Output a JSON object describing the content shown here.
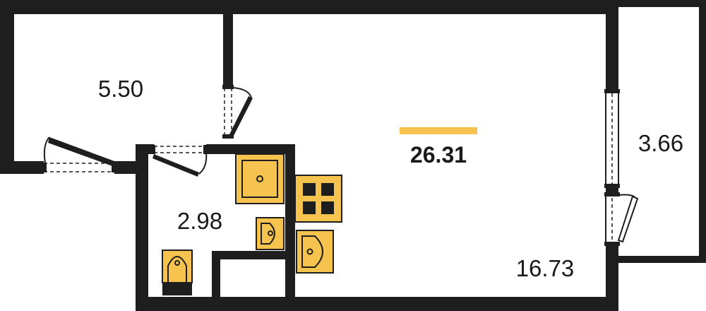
{
  "plan": {
    "total_area": "26.31",
    "rooms": [
      {
        "id": "hallway",
        "area": "5.50"
      },
      {
        "id": "living",
        "area": "16.73"
      },
      {
        "id": "bathroom",
        "area": "2.98"
      },
      {
        "id": "balcony",
        "area": "3.66"
      }
    ],
    "colors": {
      "accent": "#f6c34e",
      "wall": "#1e1e1e",
      "background": "#ffffff"
    }
  }
}
